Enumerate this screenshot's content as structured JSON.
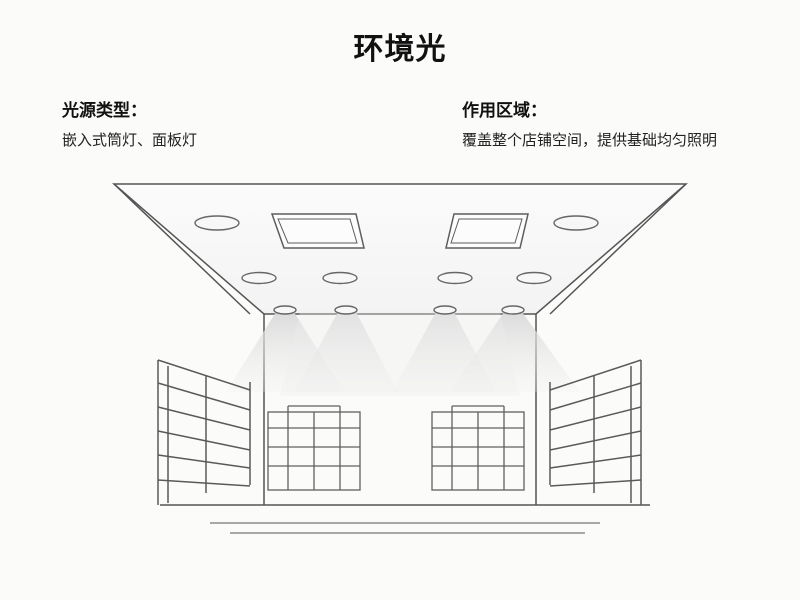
{
  "title": "环境光",
  "light_source": {
    "heading": "光源类型：",
    "text": "嵌入式筒灯、面板灯"
  },
  "coverage": {
    "heading": "作用区域：",
    "text": "覆盖整个店铺空间，提供基础均匀照明"
  },
  "colors": {
    "line": "#5c5c5c",
    "light_beam": "#dcdcdc",
    "background": "#fbfbf9"
  }
}
